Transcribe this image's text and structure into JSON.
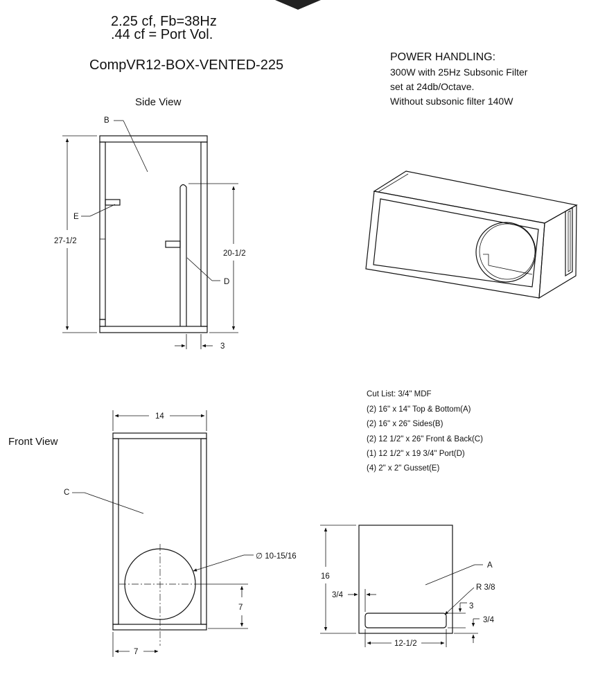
{
  "header": {
    "line1": "2.25 cf,  Fb=38Hz",
    "line2": ".44 cf  =  Port Vol.",
    "title": "CompVR12-BOX-VENTED-225"
  },
  "power": {
    "heading": "POWER HANDLING:",
    "lines": [
      "300W with 25Hz Subsonic Filter",
      "set at 24db/Octave.",
      "Without subsonic filter 140W"
    ]
  },
  "side_view": {
    "label": "Side View",
    "callouts": {
      "b": "B",
      "e": "E",
      "d": "D"
    },
    "dims": {
      "height": "27-1/2",
      "port_height": "20-1/2",
      "port_gap": "3"
    }
  },
  "front_view": {
    "label": "Front View",
    "callouts": {
      "c": "C"
    },
    "dims": {
      "width": "14",
      "hole_diameter": "∅ 10-15/16",
      "hole_center_y": "7",
      "hole_center_x": "7"
    }
  },
  "top_panel": {
    "callouts": {
      "a": "A"
    },
    "dims": {
      "height": "16",
      "inset": "3/4",
      "radius": "R 3/8",
      "port_slot": "3",
      "bottom_gap": "3/4",
      "width": "12-1/2"
    }
  },
  "cut_list": {
    "title": "Cut List: 3/4\" MDF",
    "items": [
      "(2)  16\"  x  14\"  Top & Bottom(A)",
      "(2)  16\"  x  26\"  Sides(B)",
      "(2)  12 1/2\"  x  26\"  Front & Back(C)",
      "(1)  12 1/2\"  x  19 3/4\"  Port(D)",
      "(4)  2\"  x  2\"  Gusset(E)"
    ]
  }
}
